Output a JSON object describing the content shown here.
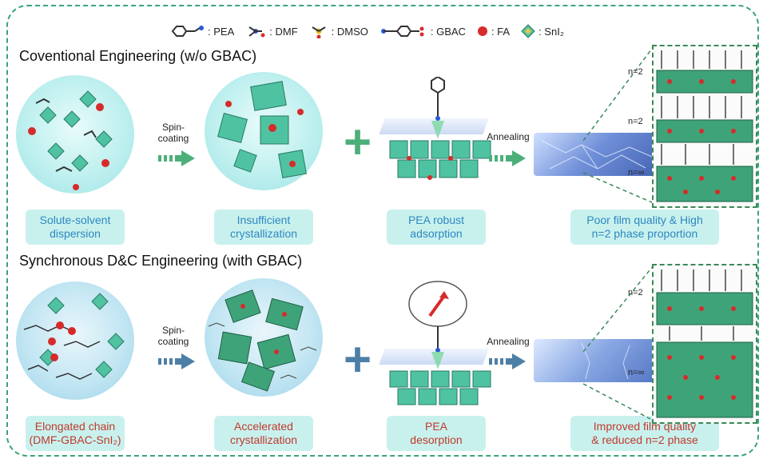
{
  "legend": {
    "pea": ": PEA",
    "dmf": ": DMF",
    "dmso": ": DMSO",
    "gbac": ": GBAC",
    "fa": ": FA",
    "sni2": ": SnI₂"
  },
  "top": {
    "title": "Coventional Engineering (w/o GBAC)",
    "spin_label": "Spin-\ncoating",
    "anneal_label": "Annealing",
    "captions": [
      "Solute-solvent\ndispersion",
      "Insufficient\ncrystallization",
      "PEA robust\nadsorption",
      "Poor film quality & High\nn=2 phase proportion"
    ],
    "phases": [
      "n=2",
      "n=2",
      "n=∞"
    ]
  },
  "bottom": {
    "title": "Synchronous D&C Engineering (with GBAC)",
    "spin_label": "Spin-\ncoating",
    "anneal_label": "Annealing",
    "captions": [
      "Elongated chain\n(DMF-GBAC-SnI₂)",
      "Accelerated\ncrystallization",
      "PEA\ndesorption",
      "Improved film quality\n& reduced n=2 phase"
    ],
    "phases": [
      "n=2",
      "n=∞"
    ]
  },
  "colors": {
    "frame": "#3aa37a",
    "top_caption_text": "#2f87c0",
    "bottom_caption_text": "#c0392b",
    "caption_bg": "#c8f1ee",
    "top_arrow": "#4caf7a",
    "bottom_arrow": "#4d7fa6"
  }
}
